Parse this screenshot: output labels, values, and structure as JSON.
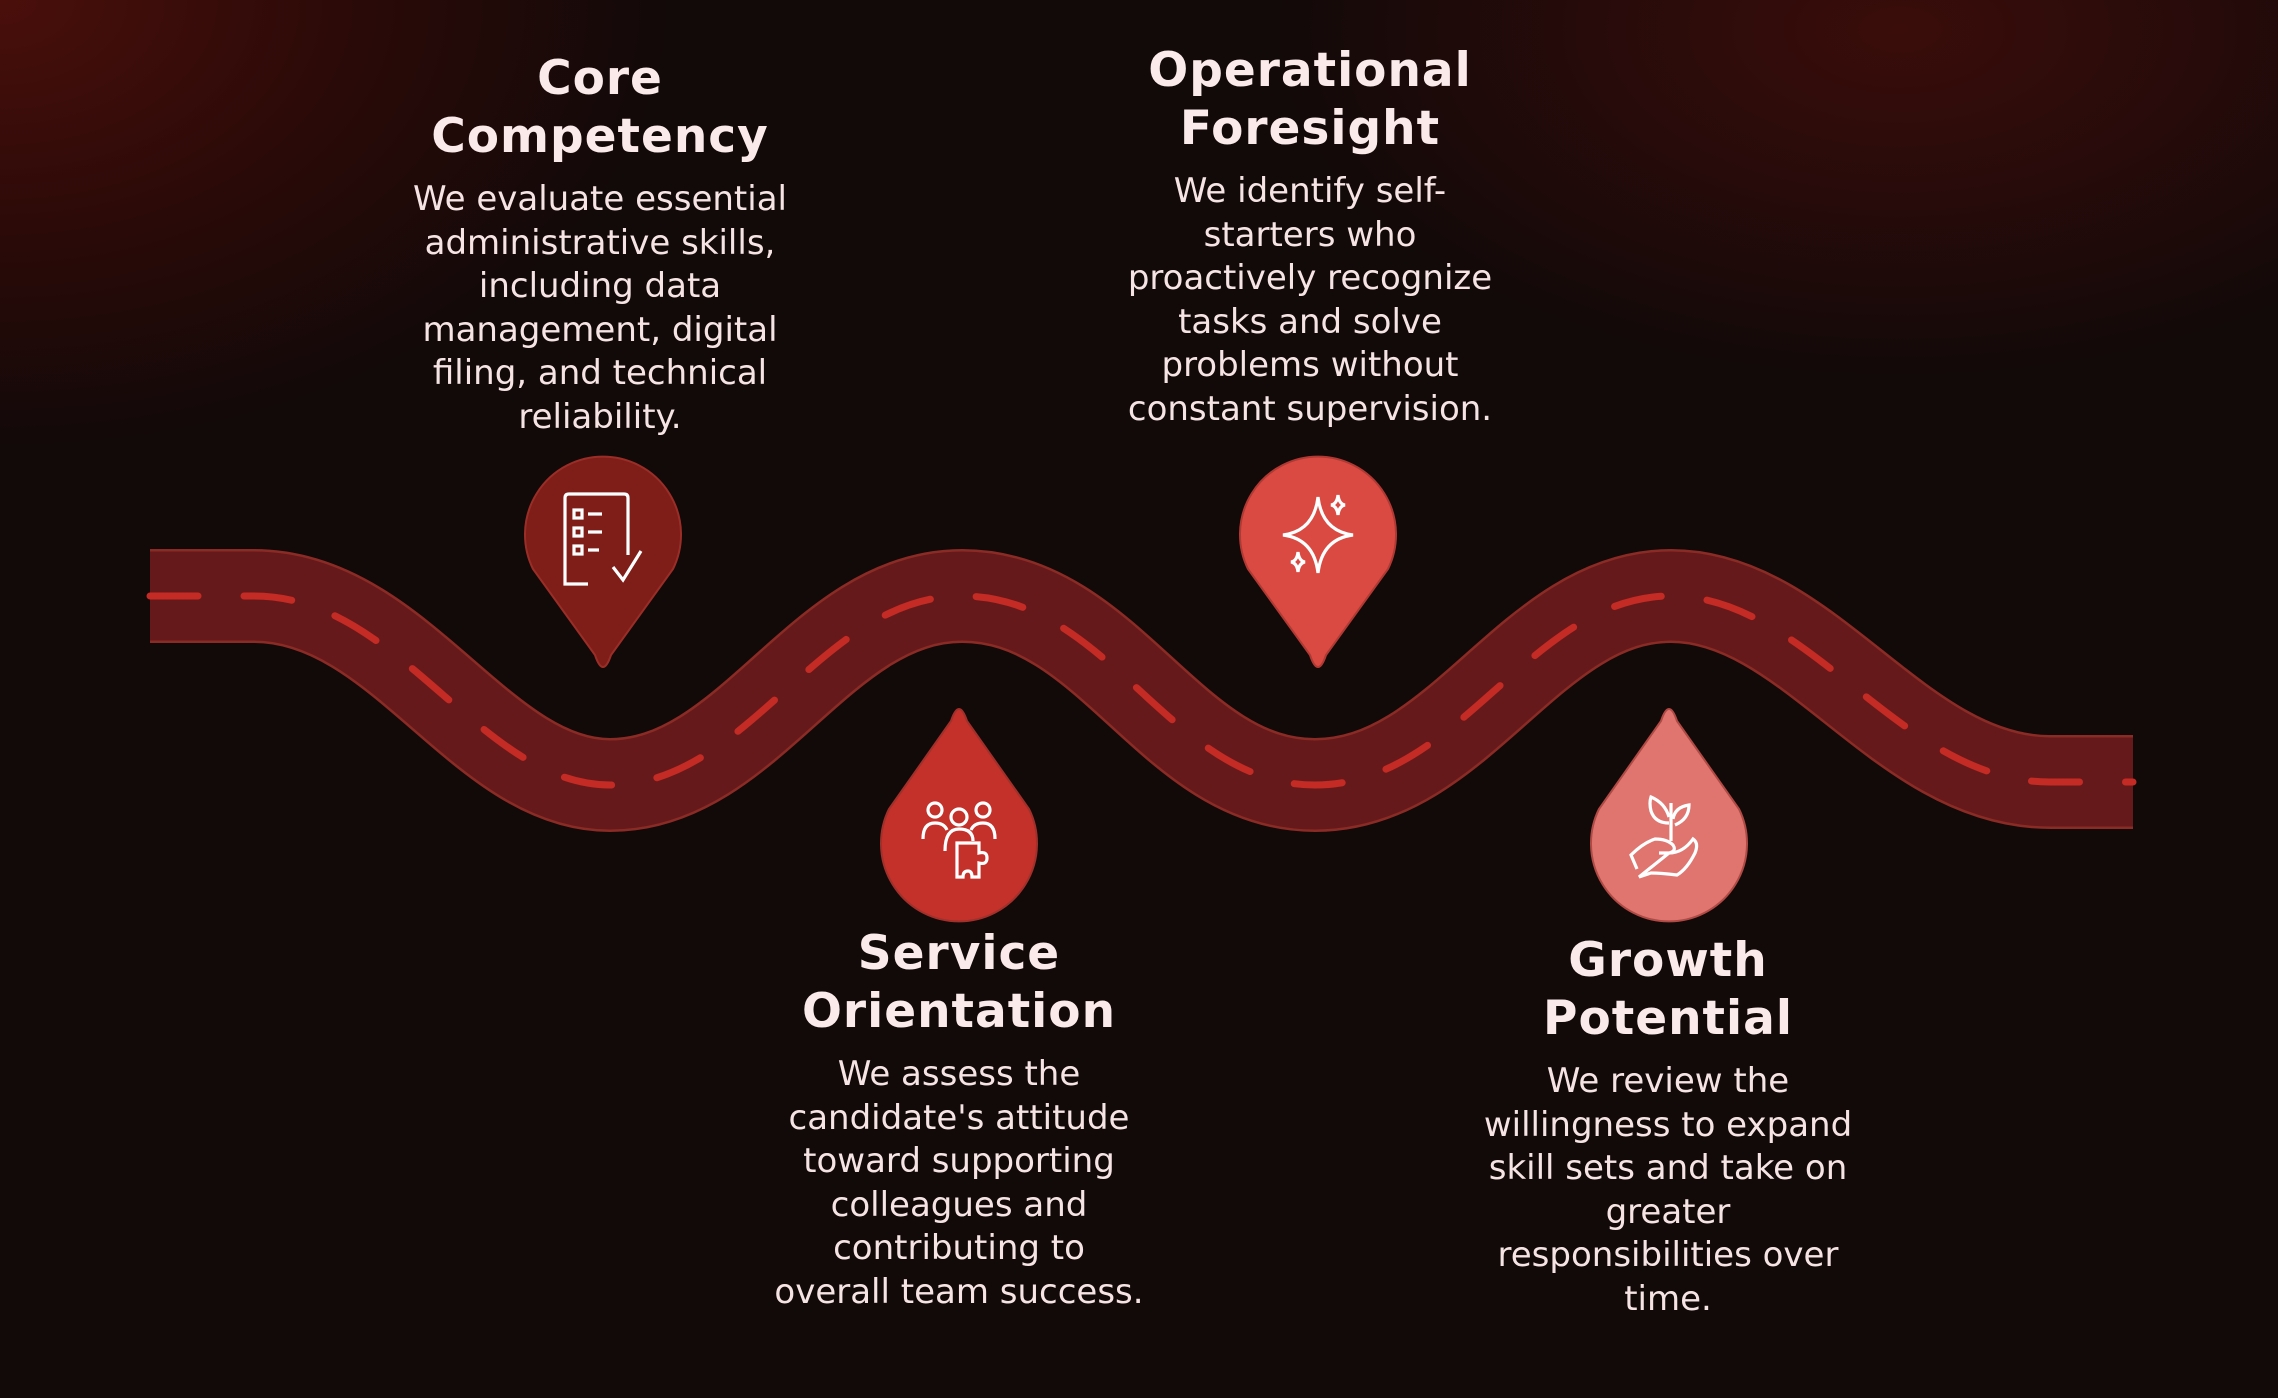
{
  "colors": {
    "road": "#66191a",
    "road_edge": "#8b2b25",
    "dash": "#c42b25",
    "pin1": "#7f1d18",
    "pin2": "#c4302a",
    "pin3": "#da4a42",
    "pin4": "#e07570"
  },
  "steps": [
    {
      "title": [
        "Core",
        "Competency"
      ],
      "icon": "checklist-icon",
      "body": [
        "We evaluate essential",
        "administrative skills,",
        "including data",
        "management, digital",
        "filing, and technical",
        "reliability."
      ]
    },
    {
      "title": [
        "Service",
        "Orientation"
      ],
      "icon": "team-puzzle-icon",
      "body": [
        "We assess the",
        "candidate's attitude",
        "toward supporting",
        "colleagues and",
        "contributing to",
        "overall team success."
      ]
    },
    {
      "title": [
        "Operational",
        "Foresight"
      ],
      "icon": "sparkle-icon",
      "body": [
        "We identify self-",
        "starters who",
        "proactively recognize",
        "tasks and solve",
        "problems without",
        "constant supervision."
      ]
    },
    {
      "title": [
        "Growth",
        "Potential"
      ],
      "icon": "plant-hand-icon",
      "body": [
        "We review the",
        "willingness to expand",
        "skill sets and take on",
        "greater",
        "responsibilities over",
        "time."
      ]
    }
  ]
}
